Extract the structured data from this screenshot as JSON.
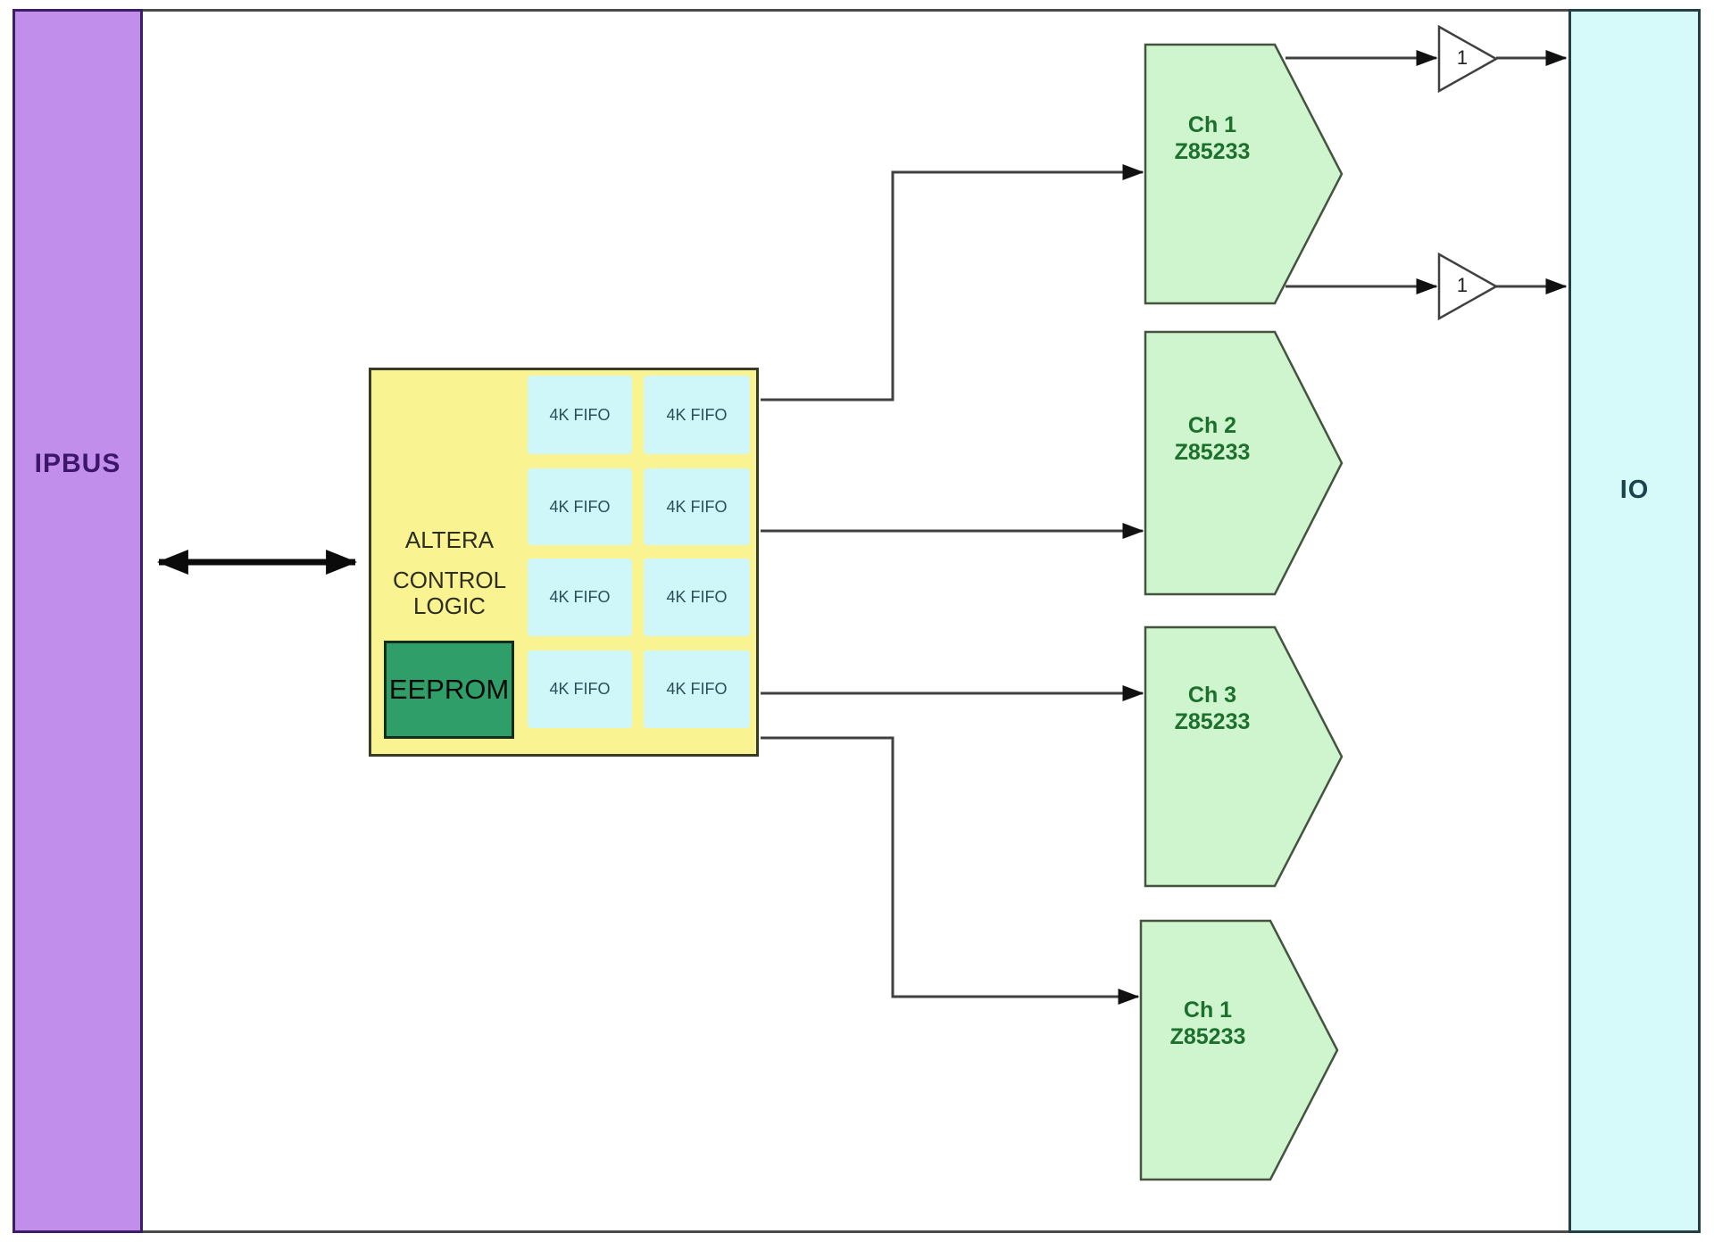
{
  "ipbus": {
    "label": "IPBUS"
  },
  "io": {
    "label": "IO"
  },
  "control_logic": {
    "title_line": "ALTERA",
    "subtitle_lines": "CONTROL\nLOGIC",
    "eeprom_label": "EEPROM",
    "fifo_label": "4K FIFO",
    "fifo_count": 8
  },
  "channels": [
    {
      "name": "Ch 1",
      "part": "Z85233"
    },
    {
      "name": "Ch 2",
      "part": "Z85233"
    },
    {
      "name": "Ch 3",
      "part": "Z85233"
    },
    {
      "name": "Ch 1",
      "part": "Z85233"
    }
  ],
  "line_buffers": [
    {
      "label": "1"
    },
    {
      "label": "1"
    }
  ],
  "colors": {
    "ipbus_fill": "#c18feb",
    "io_fill": "#d6f9fa",
    "logic_fill": "#faf392",
    "fifo_fill": "#cff6f8",
    "eeprom_fill": "#2f9e68",
    "channel_fill": "#cef5cd",
    "line": "#404040"
  }
}
